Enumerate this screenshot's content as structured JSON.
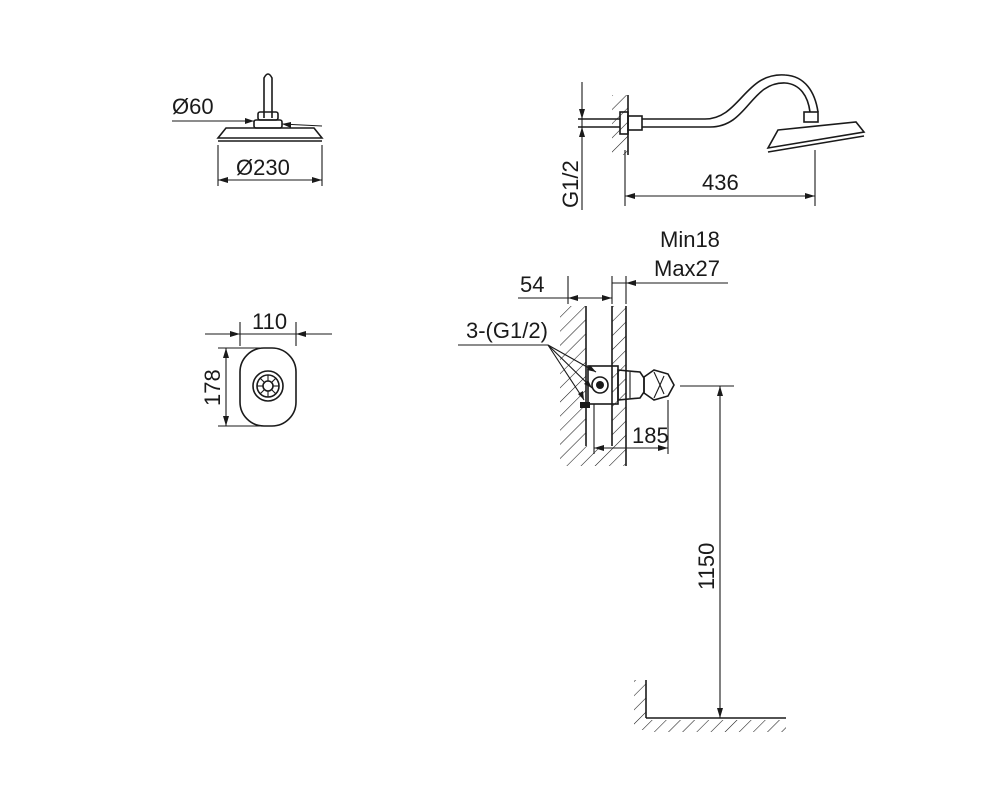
{
  "dimensions": {
    "head_connector_diameter": "Ø60",
    "head_diameter": "Ø230",
    "thread": "G1/2",
    "arm_reach": "436",
    "plate_width": "110",
    "plate_height": "178",
    "wall_depth_min": "Min18",
    "wall_depth_max": "Max27",
    "valve_body_depth": "54",
    "inlets": "3-(G1/2)",
    "projection": "185",
    "mount_height": "1150"
  },
  "colors": {
    "line": "#1a1a1a",
    "background": "#ffffff"
  }
}
